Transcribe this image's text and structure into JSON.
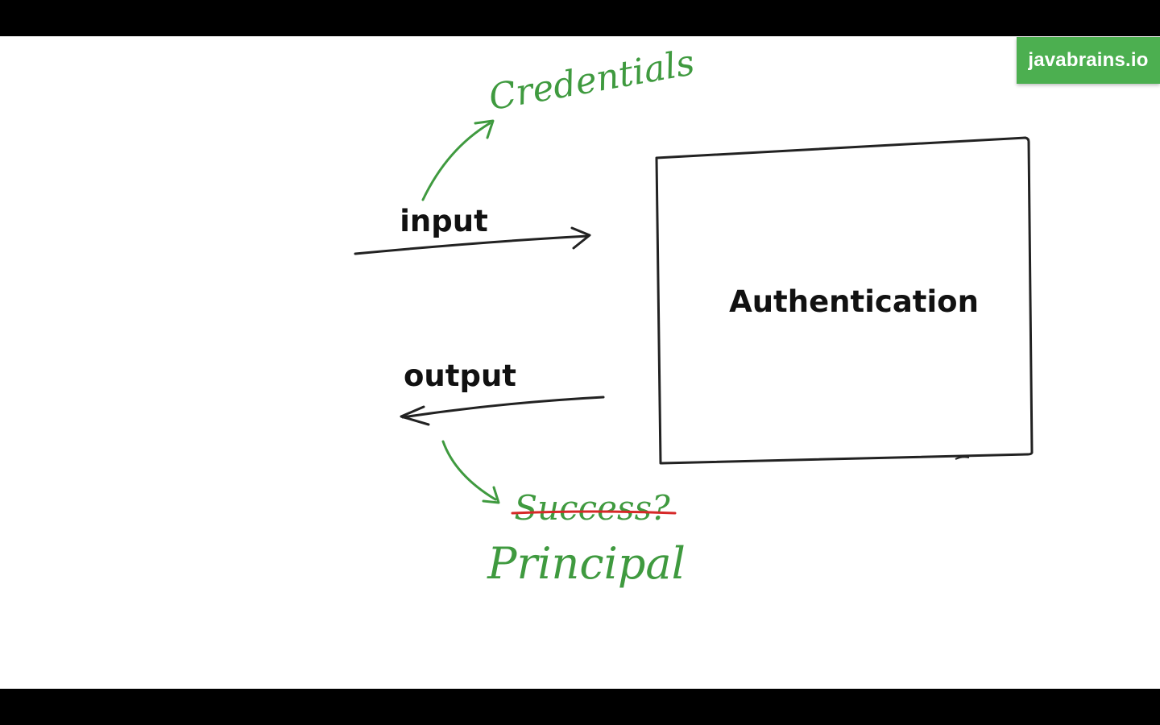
{
  "brand": {
    "label": "javabrains.io",
    "color": "#4caf50"
  },
  "diagram": {
    "box_label": "Authentication",
    "input_label": "input",
    "output_label": "output",
    "credentials_label": "Credentials",
    "success_label": "Success?",
    "principal_label": "Principal"
  },
  "colors": {
    "ink": "#222222",
    "green": "#3f9a3f",
    "red": "#d62828"
  }
}
